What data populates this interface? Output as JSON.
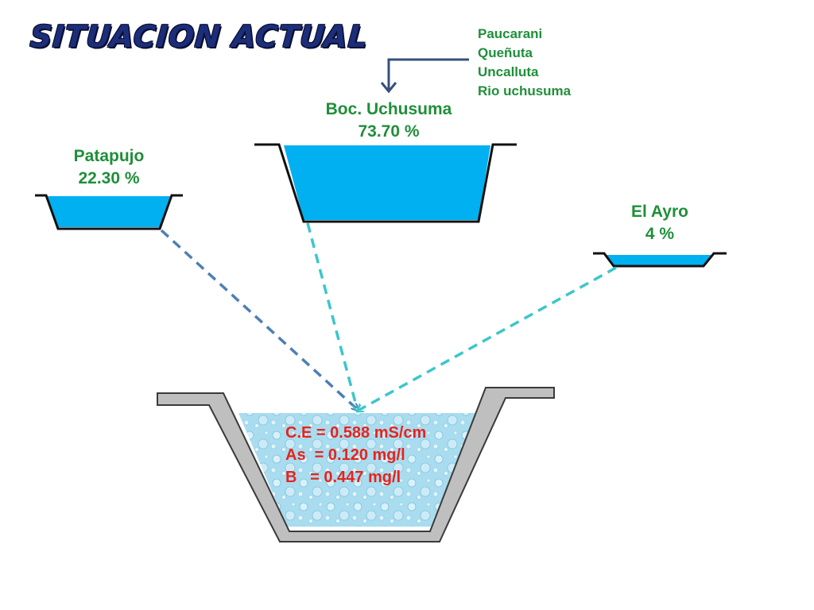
{
  "title": "SITUACION ACTUAL",
  "sources": [
    "Paucarani",
    "Queñuta",
    "Uncalluta",
    "Rio uchusuma"
  ],
  "reservoirs": {
    "uchusuma": {
      "name": "Boc. Uchusuma",
      "percent": "73.70 %"
    },
    "patapujo": {
      "name": "Patapujo",
      "percent": "22.30 %"
    },
    "el_ayro": {
      "name": "El Ayro",
      "percent": "4 %"
    }
  },
  "water_quality": [
    "C.E = 0.588 mS/cm",
    "As  = 0.120 mg/l",
    "B   = 0.447 mg/l"
  ],
  "colors": {
    "water": "#00b0f0",
    "title": "#1c2d7a",
    "labels": "#1f8f3a",
    "quality_text": "#e8231c",
    "arrow_teal": "#3cc6cc",
    "arrow_steel": "#4f7fb3",
    "tank_wall": "#bfbfbf"
  }
}
